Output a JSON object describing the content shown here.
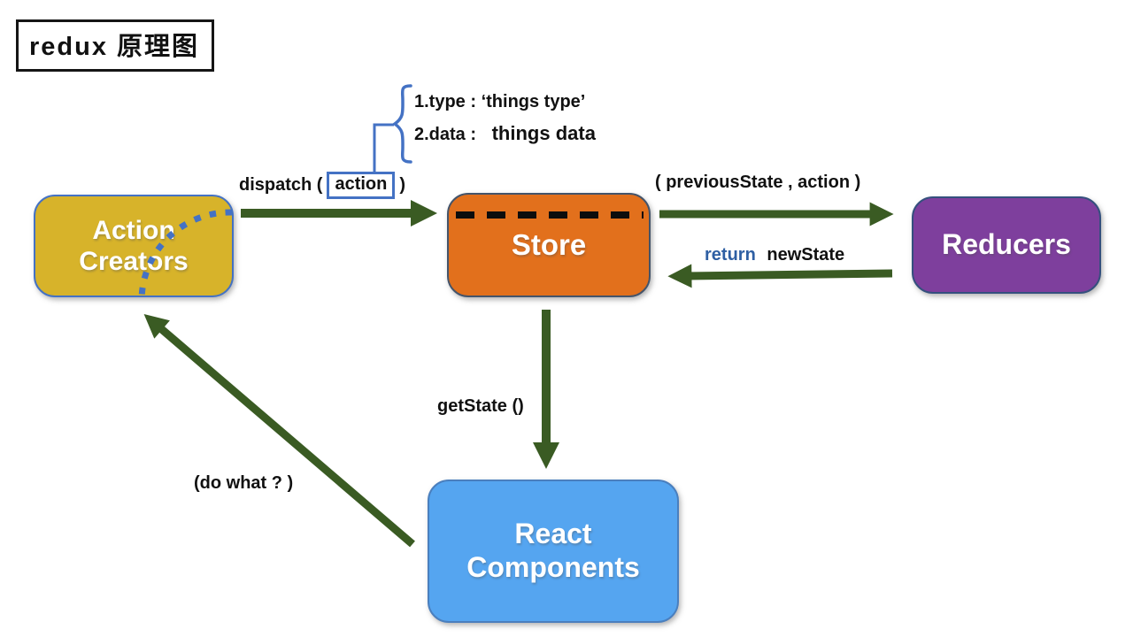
{
  "title": "redux 原理图",
  "colors": {
    "arrow_green": "#3a5b23",
    "accent_blue": "#4472c4",
    "return_blue": "#2e5fa3",
    "action_creators_bg": "#d7b32a",
    "store_bg": "#e2701c",
    "reducers_bg": "#7e3f9d",
    "react_components_bg": "#55a5f0"
  },
  "nodes": {
    "action_creators": {
      "line1": "Action",
      "line2": "Creators"
    },
    "store": {
      "label": "Store"
    },
    "reducers": {
      "label": "Reducers"
    },
    "react_components": {
      "line1": "React",
      "line2": "Components"
    }
  },
  "labels": {
    "dispatch_prefix": "dispatch (",
    "action": "action",
    "dispatch_suffix": ")",
    "annotation_line1": "1.type : ‘things type’",
    "annotation_line2_prefix": "2.data :",
    "annotation_line2_value": "things data",
    "previous_state": "( previousState , action )",
    "return_keyword": "return",
    "new_state": "newState",
    "get_state": "getState ()",
    "do_what": "(do what ? )"
  }
}
